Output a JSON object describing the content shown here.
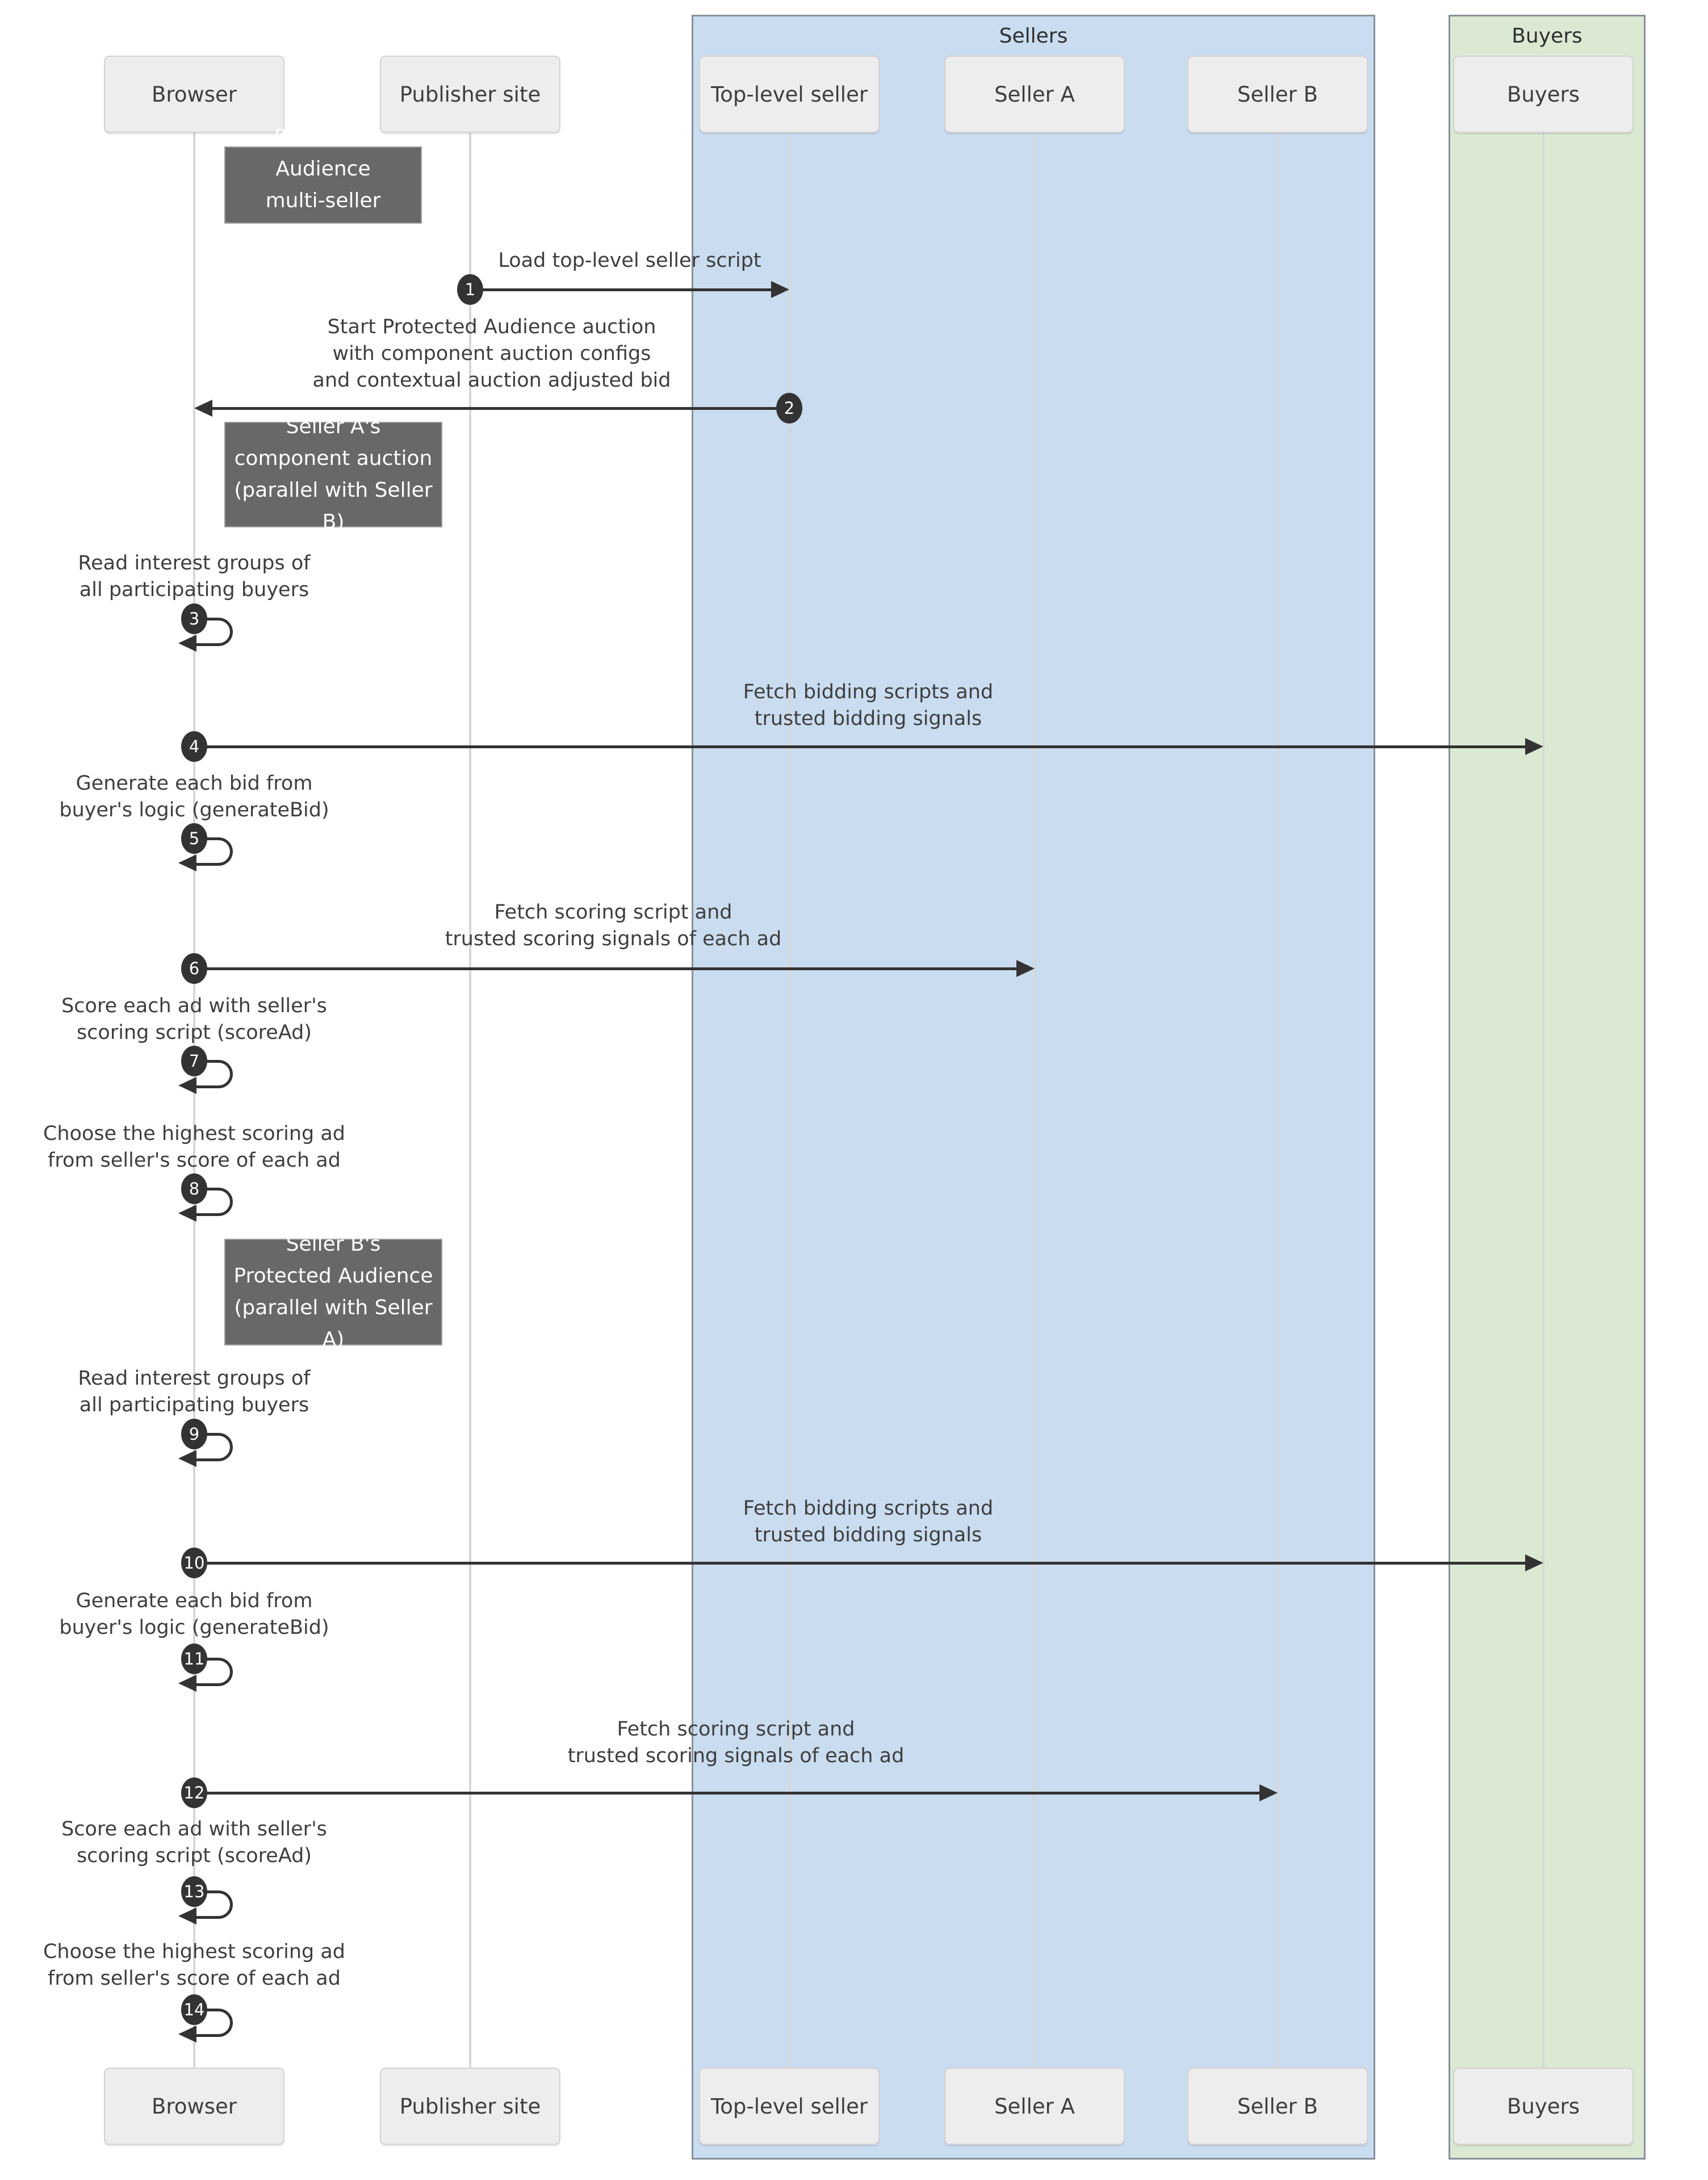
{
  "groups": {
    "sellers": {
      "label": "Sellers",
      "fill": "#c9dcf0",
      "border": "#87919c"
    },
    "buyers": {
      "label": "Buyers",
      "fill": "#dbe9d3",
      "border": "#87919c"
    }
  },
  "participants": [
    {
      "id": "browser",
      "label": "Browser"
    },
    {
      "id": "publisher-site",
      "label": "Publisher site"
    },
    {
      "id": "top-level-seller",
      "label": "Top-level seller"
    },
    {
      "id": "seller-a",
      "label": "Seller A"
    },
    {
      "id": "seller-b",
      "label": "Seller B"
    },
    {
      "id": "buyers",
      "label": "Buyers"
    }
  ],
  "notes": [
    {
      "lines": [
        "Protected Audience",
        "multi-seller auction"
      ]
    },
    {
      "lines": [
        "Seller A's",
        "component auction",
        "(parallel with Seller B)"
      ]
    },
    {
      "lines": [
        "Seller B's",
        "Protected Audience",
        "(parallel with Seller A)"
      ]
    }
  ],
  "messages": [
    {
      "num": "1",
      "kind": "right",
      "from": "publisher-site",
      "to": "top-level-seller",
      "lines": [
        "Load top-level seller script"
      ]
    },
    {
      "num": "2",
      "kind": "left",
      "from": "top-level-seller",
      "to": "browser",
      "lines": [
        "Start Protected Audience auction",
        "with component auction configs",
        "and contextual auction adjusted bid"
      ]
    },
    {
      "num": "3",
      "kind": "self",
      "from": "browser",
      "to": "browser",
      "lines": [
        "Read interest groups of",
        "all participating buyers"
      ]
    },
    {
      "num": "4",
      "kind": "right",
      "from": "browser",
      "to": "buyers",
      "lines": [
        "Fetch bidding scripts and",
        "trusted bidding signals"
      ]
    },
    {
      "num": "5",
      "kind": "self",
      "from": "browser",
      "to": "browser",
      "lines": [
        "Generate each bid from",
        "buyer's logic (generateBid)"
      ]
    },
    {
      "num": "6",
      "kind": "right",
      "from": "browser",
      "to": "seller-a",
      "lines": [
        "Fetch scoring script and",
        "trusted scoring signals of each ad"
      ]
    },
    {
      "num": "7",
      "kind": "self",
      "from": "browser",
      "to": "browser",
      "lines": [
        "Score each ad with seller's",
        "scoring script (scoreAd)"
      ]
    },
    {
      "num": "8",
      "kind": "self",
      "from": "browser",
      "to": "browser",
      "lines": [
        "Choose the highest scoring ad",
        "from seller's score of each ad"
      ]
    },
    {
      "num": "9",
      "kind": "self",
      "from": "browser",
      "to": "browser",
      "lines": [
        "Read interest groups of",
        "all participating buyers"
      ]
    },
    {
      "num": "10",
      "kind": "right",
      "from": "browser",
      "to": "buyers",
      "lines": [
        "Fetch bidding scripts and",
        "trusted bidding signals"
      ]
    },
    {
      "num": "11",
      "kind": "self",
      "from": "browser",
      "to": "browser",
      "lines": [
        "Generate each bid from",
        "buyer's logic (generateBid)"
      ]
    },
    {
      "num": "12",
      "kind": "right",
      "from": "browser",
      "to": "seller-b",
      "lines": [
        "Fetch scoring script and",
        "trusted scoring signals of each ad"
      ]
    },
    {
      "num": "13",
      "kind": "self",
      "from": "browser",
      "to": "browser",
      "lines": [
        "Score each ad with seller's",
        "scoring script (scoreAd)"
      ]
    },
    {
      "num": "14",
      "kind": "self",
      "from": "browser",
      "to": "browser",
      "lines": [
        "Choose the highest scoring ad",
        "from seller's score of each ad"
      ]
    }
  ],
  "colors": {
    "arrow": "#333333",
    "lifeline": "#d7d7d7",
    "note_bg": "#686868",
    "participant_bg": "#ededed",
    "sellers_bg": "#c9dcf0",
    "buyers_bg": "#dbe9d3"
  }
}
